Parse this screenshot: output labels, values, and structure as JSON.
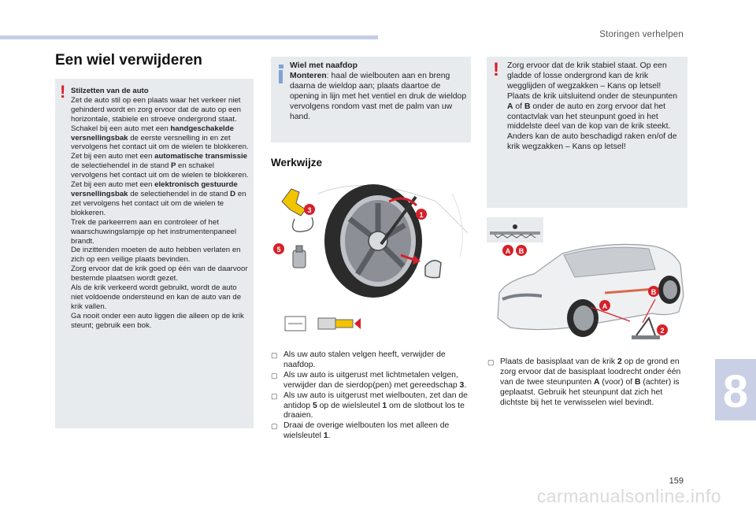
{
  "header": {
    "section_title": "Storingen verhelpen"
  },
  "page": {
    "title": "Een wiel verwijderen",
    "page_number": "159",
    "chapter_tab": "8"
  },
  "watermark": "carmanualsonline.info",
  "warning1": {
    "p1_title": "Stilzetten van de auto",
    "p1_text": "Zet de auto stil op een plaats waar het verkeer niet gehinderd wordt en zorg ervoor dat de auto op een horizontale, stabiele en stroeve ondergrond staat.",
    "p2_a": "Schakel bij een auto met een ",
    "p2_b": "handgeschakelde versnellingsbak",
    "p2_c": " de eerste versnelling in en zet vervolgens het contact uit om de wielen te blokkeren.",
    "p3_a": "Zet bij een auto met een ",
    "p3_b": "automatische transmissie",
    "p3_c": " de selectiehendel in de stand ",
    "p3_d": "P",
    "p3_e": " en schakel vervolgens het contact uit om de wielen te blokkeren.",
    "p4_a": "Zet bij een auto met een ",
    "p4_b": "elektronisch gestuurde versnellingsbak",
    "p4_c": " de selectiehendel in de stand ",
    "p4_d": "D",
    "p4_e": " en zet vervolgens het contact uit om de wielen te blokkeren.",
    "p5": "Trek de parkeerrem aan en controleer of het waarschuwingslampje op het instrumentenpaneel brandt.",
    "p6": "De inzittenden moeten de auto hebben verlaten en zich op een veilige plaats bevinden.",
    "p7": "Zorg ervoor dat de krik goed op één van de daarvoor bestemde plaatsen wordt gezet.",
    "p8": "Als de krik verkeerd wordt gebruikt, wordt de auto niet voldoende ondersteund en kan de auto van de krik vallen.",
    "p9": "Ga nooit onder een auto liggen die alleen op de krik steunt; gebruik een bok."
  },
  "info1": {
    "title": "Wiel met naafdop",
    "label": "Monteren",
    "text": ": haal de wielbouten aan en breng daarna de wieldop aan; plaats daartoe de opening in lijn met het ventiel en druk de wieldop vervolgens rondom vast met de palm van uw hand."
  },
  "procedure_title": "Werkwijze",
  "warning2": {
    "l1": "Zorg ervoor dat de krik stabiel staat. Op een gladde of losse ondergrond kan de krik wegglijden of wegzakken – Kans op letsel!",
    "l2_a": "Plaats de krik uitsluitend onder de steunpunten ",
    "l2_b": "A",
    "l2_c": " of ",
    "l2_d": "B",
    "l2_e": " onder de auto en zorg ervoor dat het contactvlak van het steunpunt goed in het middelste deel van de kop van de krik steekt. Anders kan de auto beschadigd raken en/of de krik wegzakken – Kans op letsel!"
  },
  "steps1": {
    "s1": "Als uw auto stalen velgen heeft, verwijder de naafdop.",
    "s2_a": "Als uw auto is uitgerust met lichtmetalen velgen, verwijder dan de sierdop(pen) met gereedschap ",
    "s2_b": "3",
    "s2_c": ".",
    "s3_a": "Als uw auto is uitgerust met wielbouten, zet dan de antidop ",
    "s3_b": "5",
    "s3_c": " op de wielsleutel ",
    "s3_d": "1",
    "s3_e": " om de slotbout los te draaien.",
    "s4_a": "Draai de overige wielbouten los met alleen de wielsleutel ",
    "s4_b": "1",
    "s4_c": "."
  },
  "steps2": {
    "s1_a": "Plaats de basisplaat van de krik ",
    "s1_b": "2",
    "s1_c": " op de grond en zorg ervoor dat de basisplaat loodrecht onder één van de twee steunpunten ",
    "s1_d": "A",
    "s1_e": " (voor) of ",
    "s1_f": "B",
    "s1_g": " (achter) is geplaatst. Gebruik het steunpunt dat zich het dichtste bij het te verwisselen wiel bevindt."
  },
  "figure_wheel": {
    "callouts": [
      "3",
      "1",
      "5"
    ]
  },
  "figure_car": {
    "callouts": [
      "A",
      "B",
      "B",
      "A",
      "2"
    ]
  },
  "colors": {
    "accent_red": "#d6202a",
    "info_blue": "#7fa1d8",
    "box_grey": "#e8ebee",
    "tab_blue": "#c9cfe4"
  }
}
